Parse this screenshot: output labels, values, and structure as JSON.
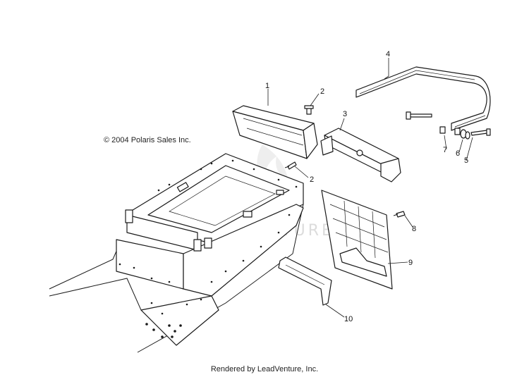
{
  "copyright": "© 2004 Polaris Sales Inc.",
  "footer": "Rendered by LeadVenture, Inc.",
  "watermark": "LEADVENTURE",
  "callouts": [
    {
      "label": "1",
      "part": "storage-box-lid"
    },
    {
      "label": "2",
      "part": "push-rivet-upper"
    },
    {
      "label": "2",
      "part": "push-rivet-lower"
    },
    {
      "label": "3",
      "part": "rear-bumper-bracket"
    },
    {
      "label": "4",
      "part": "rear-grab-bar"
    },
    {
      "label": "5",
      "part": "bolt"
    },
    {
      "label": "6",
      "part": "washer"
    },
    {
      "label": "7",
      "part": "nut"
    },
    {
      "label": "8",
      "part": "push-rivet-flap"
    },
    {
      "label": "9",
      "part": "snow-flap"
    },
    {
      "label": "10",
      "part": "license-plate-bracket"
    }
  ]
}
